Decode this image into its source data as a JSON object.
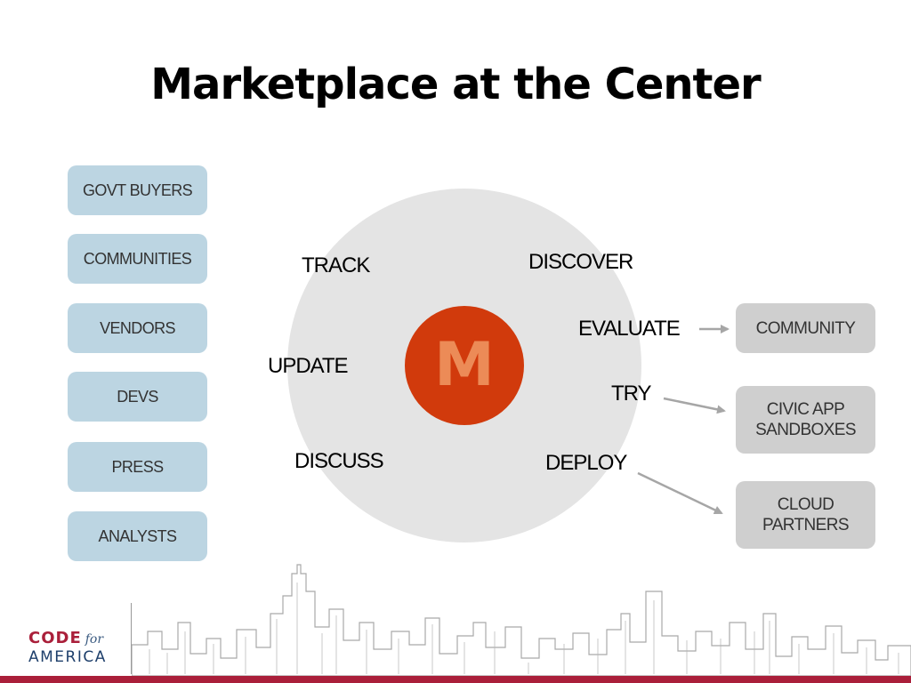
{
  "title": "Marketplace at the Center",
  "audiences": [
    {
      "label": "GOVT BUYERS"
    },
    {
      "label": "COMMUNITIES"
    },
    {
      "label": "VENDORS"
    },
    {
      "label": "DEVS"
    },
    {
      "label": "PRESS"
    },
    {
      "label": "ANALYSTS"
    }
  ],
  "core": {
    "letter": "M",
    "color": "#d13a0c",
    "letter_color": "#ec8b57"
  },
  "verbs": {
    "track": "TRACK",
    "discover": "DISCOVER",
    "evaluate": "EVALUATE",
    "update": "UPDATE",
    "try": "TRY",
    "discuss": "DISCUSS",
    "deploy": "DEPLOY"
  },
  "targets": {
    "community": "COMMUNITY",
    "civic_app_sandboxes": "CIVIC APP\nSANDBOXES",
    "cloud_partners": "CLOUD\nPARTNERS"
  },
  "logo": {
    "code": "CODE",
    "for": "for",
    "america": "AMERICA"
  },
  "colors": {
    "audience_pill": "#bcd5e2",
    "target_box": "#cfcfcf",
    "circle": "#e4e4e4",
    "arrow": "#a6a6a6",
    "brand_red": "#aa1f3a",
    "brand_blue": "#1e3f6b"
  }
}
